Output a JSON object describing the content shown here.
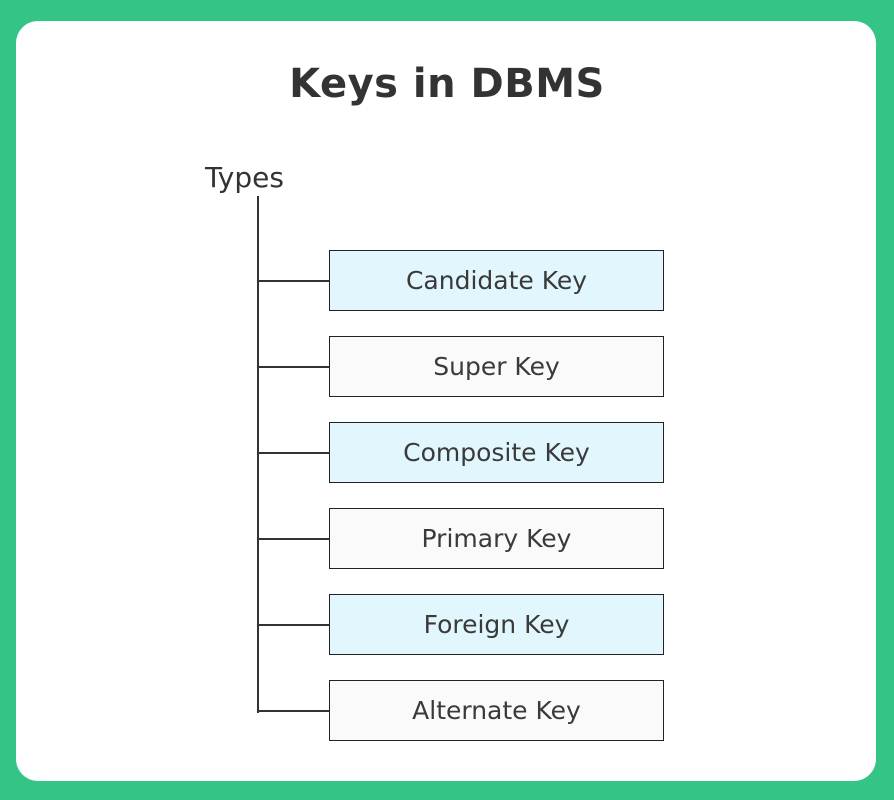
{
  "diagram": {
    "title": "Keys in DBMS",
    "root_label": "Types",
    "nodes": [
      {
        "label": "Candidate Key",
        "fill": "#e2f7fd"
      },
      {
        "label": "Super Key",
        "fill": "#fafafa"
      },
      {
        "label": "Composite Key",
        "fill": "#e2f7fd"
      },
      {
        "label": "Primary Key",
        "fill": "#fafafa"
      },
      {
        "label": "Foreign Key",
        "fill": "#e2f7fd"
      },
      {
        "label": "Alternate Key",
        "fill": "#fafafa"
      }
    ]
  },
  "colors": {
    "frame": "#33c486",
    "card": "#ffffff",
    "line": "#333333"
  }
}
